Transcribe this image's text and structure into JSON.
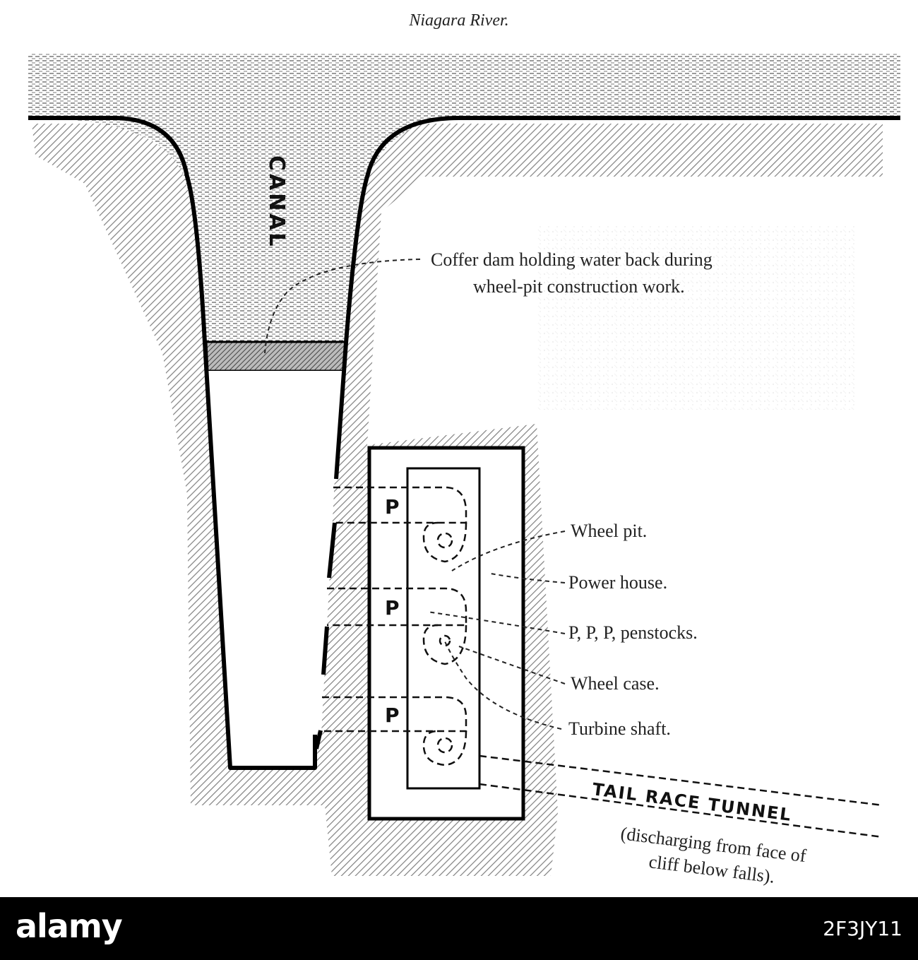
{
  "title": "Niagara River.",
  "labels": {
    "canal": "CANAL",
    "coffer_dam_line1": "Coffer dam holding water back during",
    "coffer_dam_line2": "wheel-pit construction work.",
    "wheel_pit": "Wheel pit.",
    "power_house": "Power house.",
    "penstocks": "P, P, P, penstocks.",
    "wheel_case": "Wheel case.",
    "turbine_shaft": "Turbine shaft.",
    "tail_race": "TAIL RACE TUNNEL",
    "tail_race_note_line1": "(discharging from face of",
    "tail_race_note_line2": "cliff below falls).",
    "penstock_marks": [
      "P",
      "P",
      "P"
    ]
  },
  "footer": {
    "brand": "alamy",
    "stock_id": "2F3JY11"
  },
  "colors": {
    "ink": "#000000",
    "water": "#9a9a9a",
    "rock": "#8c8c8c",
    "footer_bg": "#000000"
  }
}
